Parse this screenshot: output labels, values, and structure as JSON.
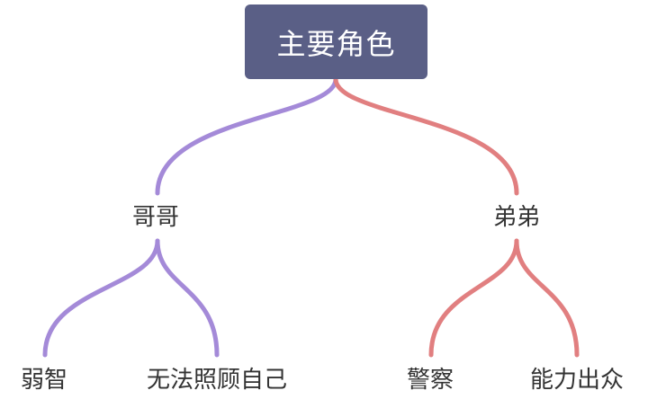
{
  "colors": {
    "root_bg": "#5a5f86",
    "branch_left": "#a48ad8",
    "branch_right": "#e17f80",
    "text": "#333333"
  },
  "root": {
    "label": "主要角色"
  },
  "branches": [
    {
      "label": "哥哥",
      "color_key": "branch_left",
      "children": [
        {
          "label": "弱智"
        },
        {
          "label": "无法照顾自己"
        }
      ]
    },
    {
      "label": "弟弟",
      "color_key": "branch_right",
      "children": [
        {
          "label": "警察"
        },
        {
          "label": "能力出众"
        }
      ]
    }
  ]
}
